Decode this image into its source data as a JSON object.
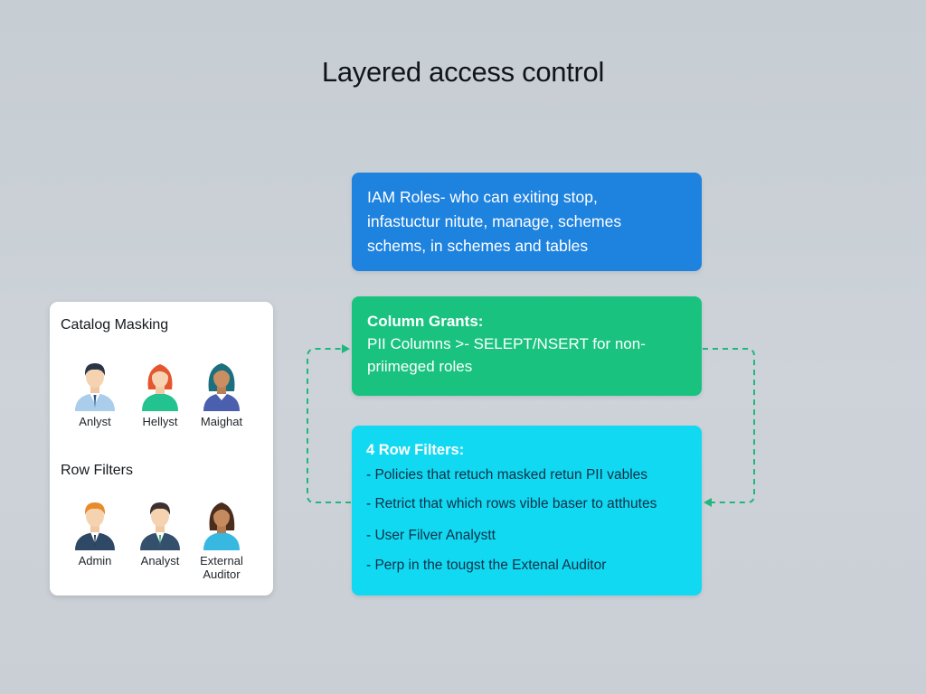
{
  "title": "Layered access control",
  "panel": {
    "catalog_heading": "Catalog Masking",
    "row_heading": "Row Filters",
    "catalog_people": [
      {
        "label": "Anlyst",
        "icon": "male-analyst-avatar-icon"
      },
      {
        "label": "Hellyst",
        "icon": "female-redhead-avatar-icon"
      },
      {
        "label": "Maighat",
        "icon": "female-teal-hair-avatar-icon"
      }
    ],
    "row_people": [
      {
        "label": "Admin",
        "icon": "male-admin-avatar-icon"
      },
      {
        "label": "Analyst",
        "icon": "male-analyst-avatar-icon"
      },
      {
        "label": "External\nAuditor",
        "icon": "female-auditor-avatar-icon"
      }
    ]
  },
  "boxes": {
    "iam": {
      "lines": [
        "IAM Roles- who can exiting stop,",
        "infastuctur nitute, manage, schemes",
        "schems, in schemes and tables"
      ],
      "color": "#1e82df"
    },
    "column": {
      "title": "Column Grants:",
      "lines": [
        "PII Columns >- SELEPT/NSERT for non-",
        "priimeged roles"
      ],
      "color": "#19c37f"
    },
    "row": {
      "title": "4 Row Filters:",
      "items": [
        "-  Policies that retuch masked retun PII vables",
        "-  Retrict that which rows vible baser to atthutes",
        "-  User Filver Analystt",
        "-  Perp in the tougst the Extenal Auditor"
      ],
      "color": "#12d9f2"
    }
  },
  "connector_color": "#1fb77e"
}
